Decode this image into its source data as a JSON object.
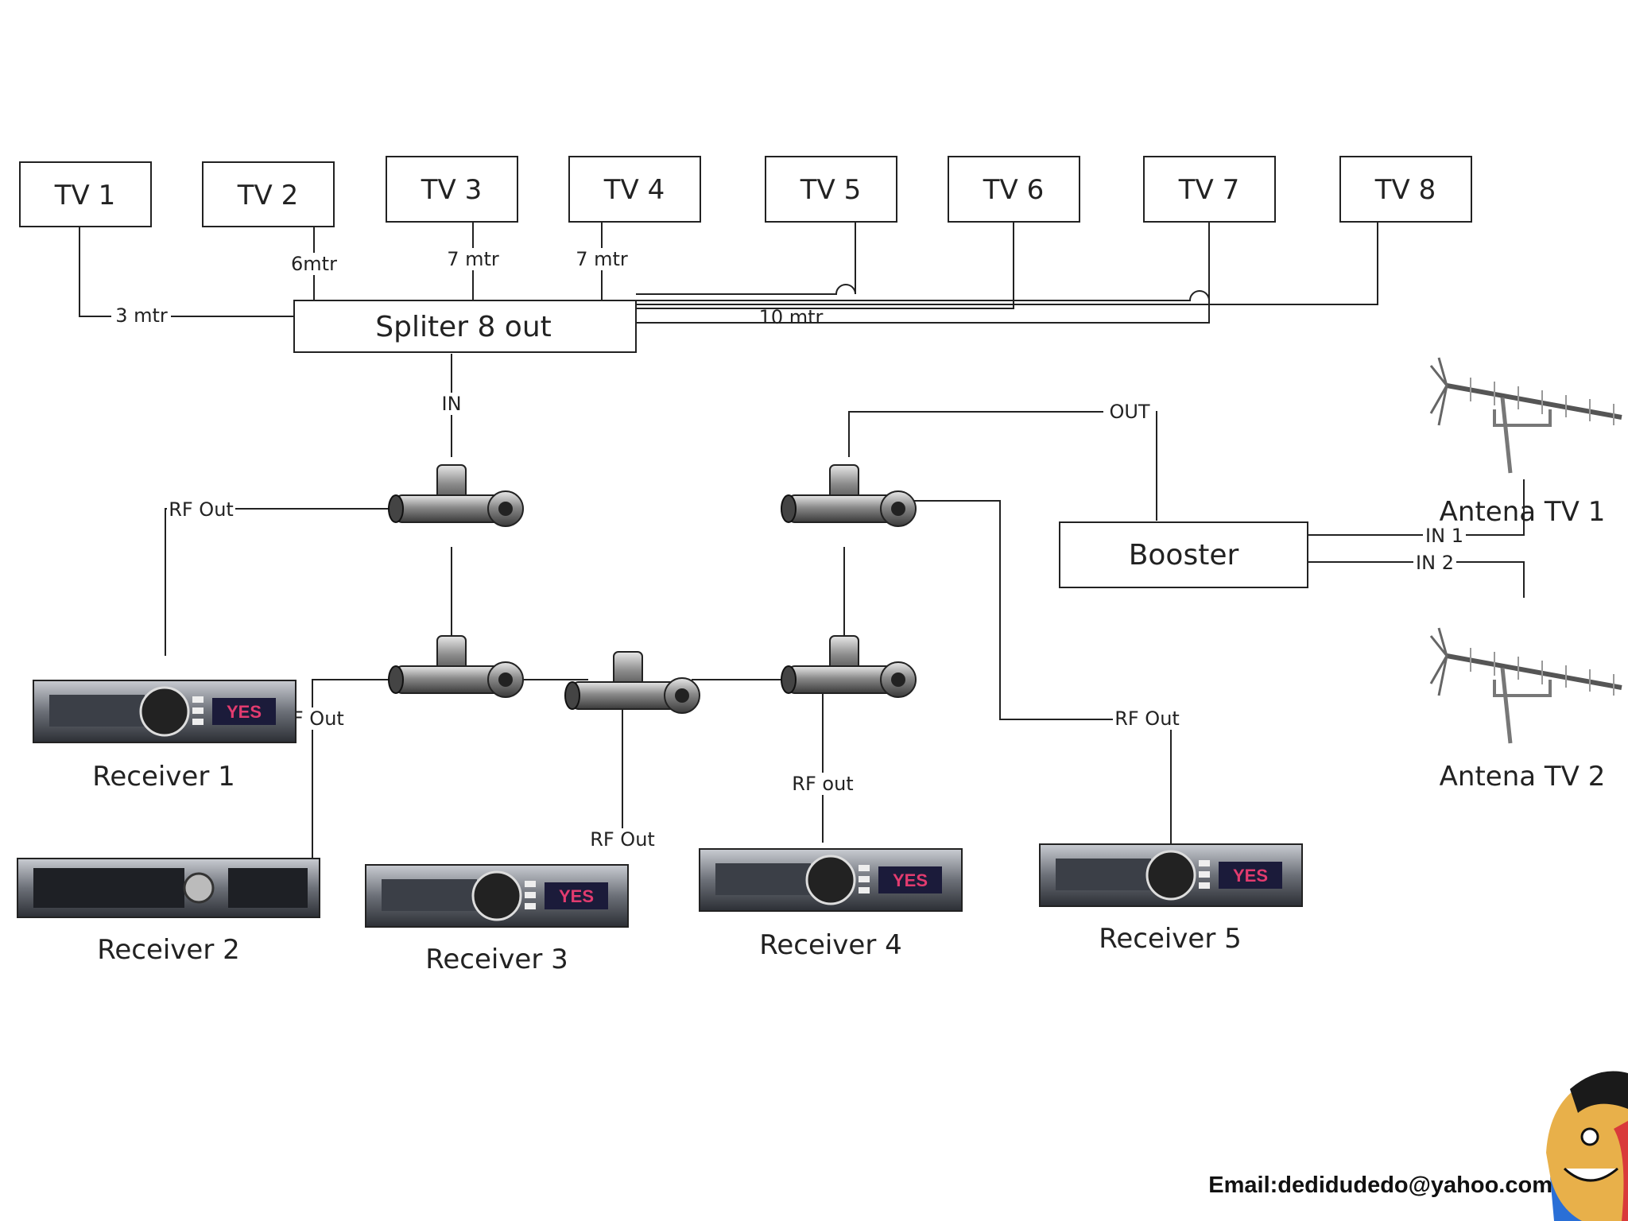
{
  "tvs": [
    {
      "label": "TV 1"
    },
    {
      "label": "TV 2"
    },
    {
      "label": "TV 3"
    },
    {
      "label": "TV 4"
    },
    {
      "label": "TV 5"
    },
    {
      "label": "TV 6"
    },
    {
      "label": "TV 7"
    },
    {
      "label": "TV 8"
    }
  ],
  "splitter": {
    "label": "Spliter 8 out"
  },
  "booster": {
    "label": "Booster"
  },
  "cable_labels": {
    "tv1": "3  mtr",
    "tv2": "6mtr",
    "tv3": "7 mtr",
    "tv4": "7 mtr",
    "tv_far": "10 mtr",
    "splitter_in": "IN",
    "booster_out": "OUT",
    "booster_in1": "IN 1",
    "booster_in2": "IN 2"
  },
  "rf_labels": {
    "receiver1": "RF Out",
    "receiver2": "RF Out",
    "receiver3": "RF Out",
    "receiver4": "RF out",
    "receiver5": "RF Out"
  },
  "receivers": [
    {
      "label": "Receiver 1"
    },
    {
      "label": "Receiver 2"
    },
    {
      "label": "Receiver 3"
    },
    {
      "label": "Receiver 4"
    },
    {
      "label": "Receiver 5"
    }
  ],
  "antennas": [
    {
      "label": "Antena TV 1"
    },
    {
      "label": "Antena TV 2"
    }
  ],
  "footer": {
    "email": "Email:dedidudedo@yahoo.com"
  }
}
